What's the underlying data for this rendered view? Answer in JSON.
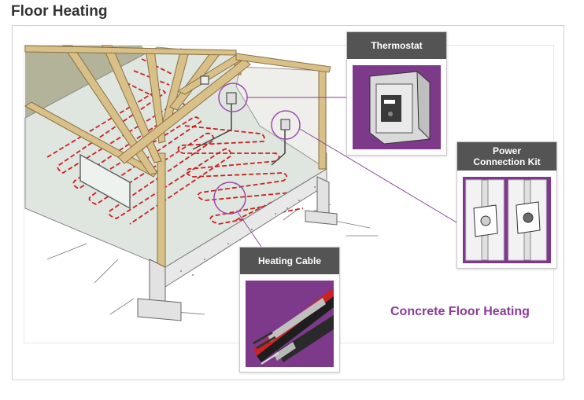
{
  "page": {
    "title": "Floor Heating"
  },
  "diagram": {
    "caption": "Concrete Floor Heating"
  },
  "callouts": {
    "thermostat": {
      "label": "Thermostat"
    },
    "power_kit": {
      "label_line1": "Power",
      "label_line2": "Connection Kit"
    },
    "heating_cable": {
      "label": "Heating Cable"
    }
  },
  "colors": {
    "accent_purple": "#8a3b97",
    "panel_purple": "#7d3a8a",
    "header_gray": "#545454",
    "cable_red": "#cc2222"
  }
}
